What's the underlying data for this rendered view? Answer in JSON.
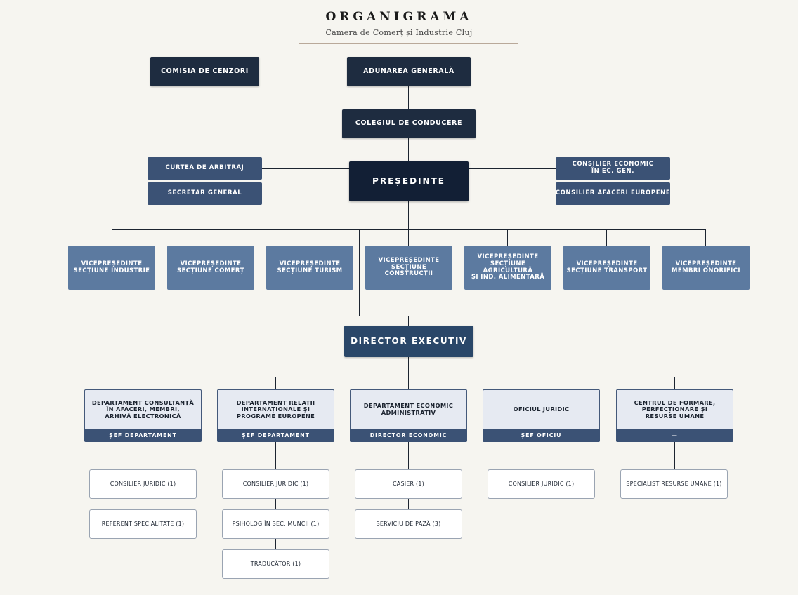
{
  "header": {
    "title": "ORGANIGRAMA",
    "subtitle": "Camera de Comerț și Industrie Cluj"
  },
  "top": {
    "cenzori": "COMISIA DE CENZORI",
    "adunarea": "ADUNAREA GENERALĂ",
    "colegiul": "COLEGIUL DE CONDUCERE",
    "presedinte": "PREȘEDINTE"
  },
  "advisors_left": [
    "CURTEA DE ARBITRAJ",
    "SECRETAR GENERAL"
  ],
  "advisors_right": [
    "CONSILIER ECONOMIC\nÎN EC. GEN.",
    "CONSILIER AFACERI EUROPENE"
  ],
  "vicepresidents": [
    "VICEPREȘEDINTE\nSECȚIUNE INDUSTRIE",
    "VICEPREȘEDINTE\nSECȚIUNE COMERȚ",
    "VICEPREȘEDINTE\nSECȚIUNE TURISM",
    "VICEPREȘEDINTE\nSECȚIUNE CONSTRUCȚII",
    "VICEPREȘEDINTE\nSECȚIUNE AGRICULTURĂ\nȘI IND. ALIMENTARĂ",
    "VICEPREȘEDINTE\nSECȚIUNE TRANSPORT",
    "VICEPREȘEDINTE\nMEMBRI ONORIFICI"
  ],
  "director": "DIRECTOR EXECUTIV",
  "departments": [
    {
      "name": "DEPARTAMENT CONSULTANȚĂ\nÎN AFACERI, MEMBRI,\nARHIVĂ ELECTRONICĂ",
      "head": "ȘEF DEPARTAMENT",
      "staff": [
        "CONSILIER JURIDIC (1)",
        "REFERENT SPECIALITATE (1)"
      ]
    },
    {
      "name": "DEPARTAMENT RELAȚII\nINTERNAȚIONALE ȘI\nPROGRAME EUROPENE",
      "head": "ȘEF DEPARTAMENT",
      "staff": [
        "CONSILIER JURIDIC (1)",
        "PSIHOLOG ÎN SEC. MUNCII (1)",
        "TRADUCĂTOR (1)"
      ]
    },
    {
      "name": "DEPARTAMENT ECONOMIC\nADMINISTRATIV",
      "head": "DIRECTOR ECONOMIC",
      "staff": [
        "CASIER (1)",
        "SERVICIU DE PAZĂ (3)"
      ]
    },
    {
      "name": "OFICIUL JURIDIC",
      "head": "ȘEF OFICIU",
      "staff": [
        "CONSILIER JURIDIC (1)"
      ]
    },
    {
      "name": "CENTRUL DE FORMARE,\nPERFECȚIONARE ȘI\nRESURSE UMANE",
      "head": "—",
      "staff": [
        "SPECIALIST RESURSE UMANE (1)"
      ]
    }
  ]
}
